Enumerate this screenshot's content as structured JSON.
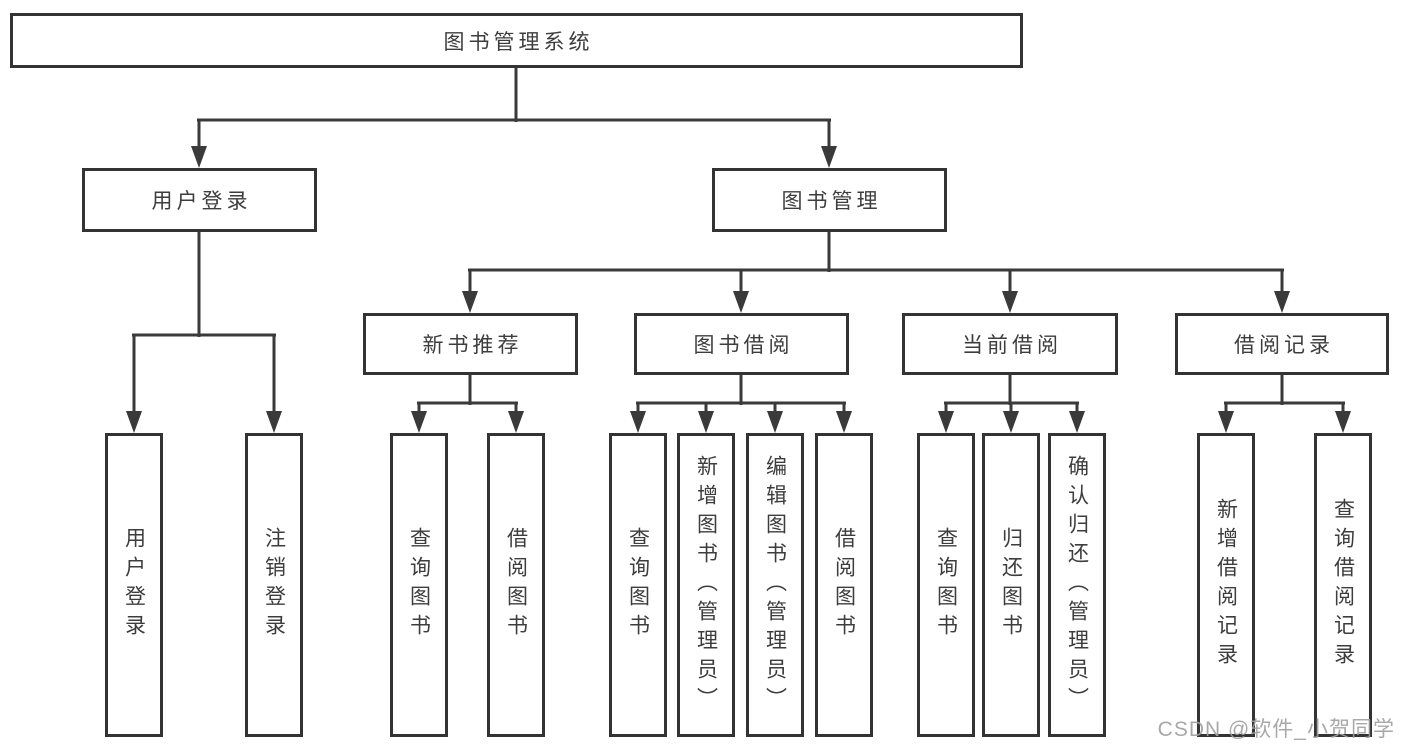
{
  "diagram": {
    "root": {
      "label": "图书管理系统"
    },
    "level2": [
      {
        "label": "用户登录"
      },
      {
        "label": "图书管理"
      }
    ],
    "level3": [
      {
        "label": "新书推荐"
      },
      {
        "label": "图书借阅"
      },
      {
        "label": "当前借阅"
      },
      {
        "label": "借阅记录"
      }
    ],
    "leaves": {
      "user_login": [
        "用户登录",
        "注销登录"
      ],
      "new_book_recommend": [
        "查询图书",
        "借阅图书"
      ],
      "book_borrow": [
        "查询图书",
        "新增图书（管理员）",
        "编辑图书（管理员）",
        "借阅图书"
      ],
      "current_borrow": [
        "查询图书",
        "归还图书",
        "确认归还（管理员）"
      ],
      "borrow_records": [
        "新增借阅记录",
        "查询借阅记录"
      ]
    }
  },
  "watermark": {
    "text": "CSDN @软件_小贺同学"
  },
  "colors": {
    "line": "#3a3a3a",
    "box_border": "#333333",
    "text": "#3d3d3d",
    "watermark": "#9e9e9e",
    "background": "#ffffff"
  }
}
